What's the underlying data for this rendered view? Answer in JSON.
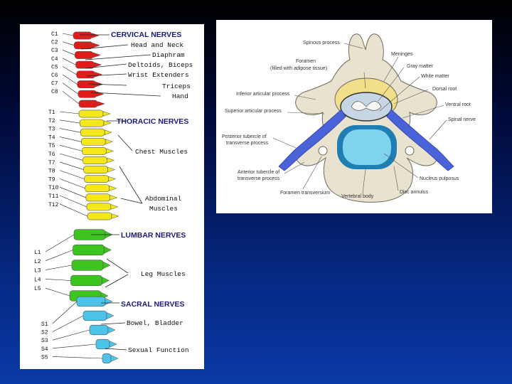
{
  "spine_chart": {
    "vertebrae": {
      "cervical": [
        "C1",
        "C2",
        "C3",
        "C4",
        "C5",
        "C6",
        "C7",
        "C8"
      ],
      "thoracic": [
        "T1",
        "T2",
        "T3",
        "T4",
        "T5",
        "T6",
        "T7",
        "T8",
        "T9",
        "T10",
        "T11",
        "T12"
      ],
      "lumbar": [
        "L1",
        "L2",
        "L3",
        "L4",
        "L5"
      ],
      "sacral": [
        "S1",
        "S2",
        "S3",
        "S4",
        "S5"
      ]
    },
    "headings": {
      "cervical": "CERVICAL NERVES",
      "thoracic": "THORACIC NERVES",
      "lumbar": "LUMBAR NERVES",
      "sacral": "SACRAL NERVES"
    },
    "functions": {
      "head_neck": "Head and Neck",
      "diaphragm": "Diaphram",
      "deltoids": "Deltoids, Biceps",
      "wrist": "Wrist Extenders",
      "triceps": "Triceps",
      "hand": "Hand",
      "chest": "Chest Muscles",
      "abdominal_1": "Abdominal",
      "abdominal_2": "Muscles",
      "leg": "Leg Muscles",
      "bowel": "Bowel, Bladder",
      "sexual": "Sexual Function"
    },
    "colors": {
      "cervical": "#e01b1b",
      "thoracic": "#f4e81a",
      "lumbar": "#3cc41f",
      "sacral": "#4cc3e8"
    }
  },
  "cross_section": {
    "labels": {
      "spinous_process": "Spinous process",
      "meninges": "Meninges",
      "foramen_1": "Foramen",
      "foramen_2": "(filled with adipose tissue)",
      "gray_matter": "Gray matter",
      "white_matter": "White matter",
      "dorsal_root": "Dorsal root",
      "inferior_articular": "Inferior articular process",
      "ventral_root": "Ventral root",
      "superior_articular": "Superior articular process",
      "spinal_nerve": "Spinal nerve",
      "posterior_tubercle_1": "Posterior tubercle of",
      "posterior_tubercle_2": "transverse process",
      "anterior_tubercle_1": "Anterior tubercle of",
      "anterior_tubercle_2": "transverse process",
      "nucleus_pulposus": "Nucleus pulposus",
      "foramen_transversium": "Foramen transversium",
      "vertebral_body": "Vertebral body",
      "disc_annulus": "Disc annulus"
    },
    "colors": {
      "bone": "#e8e2cf",
      "nerve": "#4a63d8",
      "meninges": "#f2df8a",
      "disc": "#7fd3ee"
    }
  }
}
